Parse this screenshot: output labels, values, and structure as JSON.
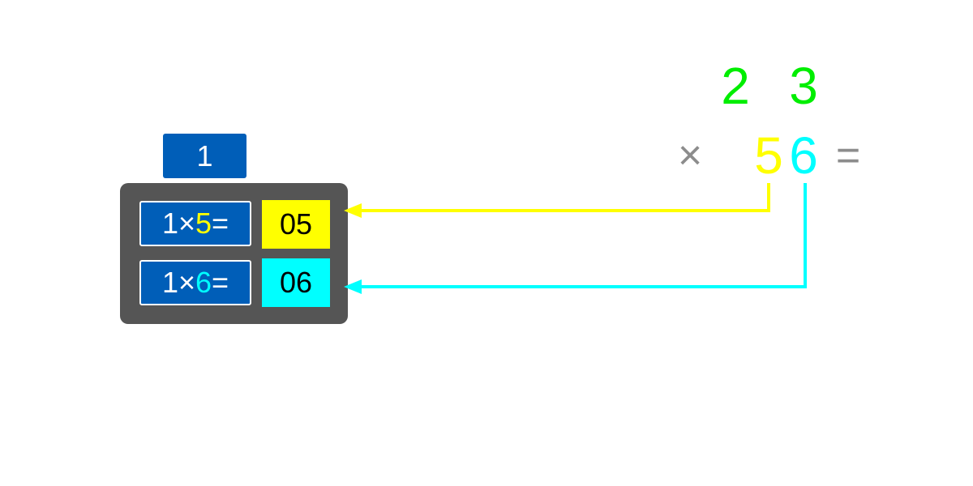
{
  "colors": {
    "green": "#00ee00",
    "yellow": "#ffff00",
    "cyan": "#00ffff",
    "blue": "#005eb8",
    "panel": "#555555",
    "gray": "#8c8c8c",
    "white": "#ffffff"
  },
  "multiplicand": {
    "digits": [
      "2",
      "3"
    ]
  },
  "multiplier": {
    "digits": [
      "5",
      "6"
    ]
  },
  "operators": {
    "times": "×",
    "equals": "="
  },
  "step": {
    "label": "1",
    "rows": [
      {
        "lhs": "1",
        "op": "×",
        "digit": "5",
        "eq": "=",
        "result": "05"
      },
      {
        "lhs": "1",
        "op": "×",
        "digit": "6",
        "eq": "=",
        "result": "06"
      }
    ]
  }
}
